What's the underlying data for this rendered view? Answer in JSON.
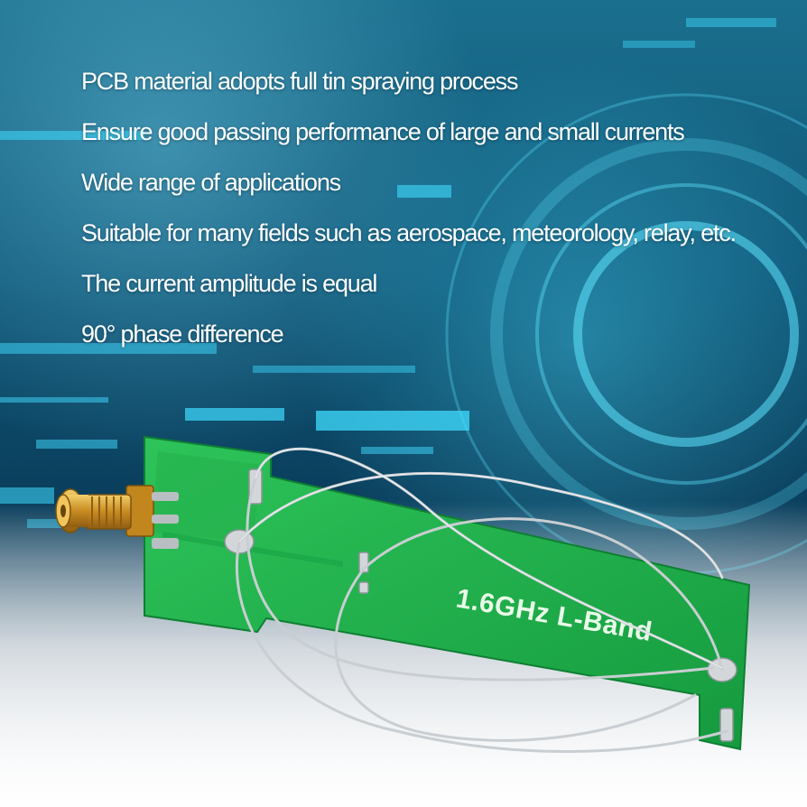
{
  "features": [
    "PCB material adopts full tin spraying process",
    "Ensure good passing performance of large and small currents",
    "Wide range of applications",
    "Suitable for many fields such as aerospace, meteorology, relay, etc.",
    "The current amplitude is equal",
    "90° phase difference"
  ],
  "product": {
    "board_label": "1.6GHz L-Band"
  },
  "colors": {
    "pcb_green": "#1fb54a",
    "connector_gold": "#d9a53a",
    "background_cyan": "#2ad0f0",
    "background_dark": "#08324a"
  },
  "icons": [
    "sma-connector",
    "wire-loop",
    "solder-pad"
  ]
}
